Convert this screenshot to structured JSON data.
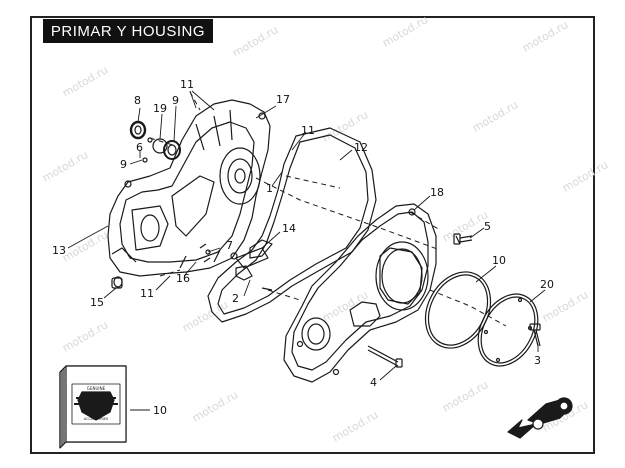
{
  "title": "PRIMAR Y HOUSING",
  "watermark": "motod.ru",
  "callouts": {
    "c11a": "11",
    "c8": "8",
    "c19": "19",
    "c9a": "9",
    "c17": "17",
    "c6": "6",
    "c9b": "9",
    "c11b": "11",
    "c12": "12",
    "c1": "1",
    "c18": "18",
    "c5": "5",
    "c13": "13",
    "c7": "7",
    "c14": "14",
    "c16": "16",
    "c10a": "10",
    "c20": "20",
    "c15": "15",
    "c11c": "11",
    "c2": "2",
    "c3": "3",
    "c4": "4",
    "c10b": "10"
  },
  "book": {
    "emblem_top": "GENUINE",
    "emblem_bottom": "ACCESSORIES"
  },
  "colors": {
    "ink": "#1a1a1a",
    "watermark": "#d8d8d8",
    "title_bg": "#111111"
  },
  "icons": [
    "motorcycle-direction-icon"
  ]
}
